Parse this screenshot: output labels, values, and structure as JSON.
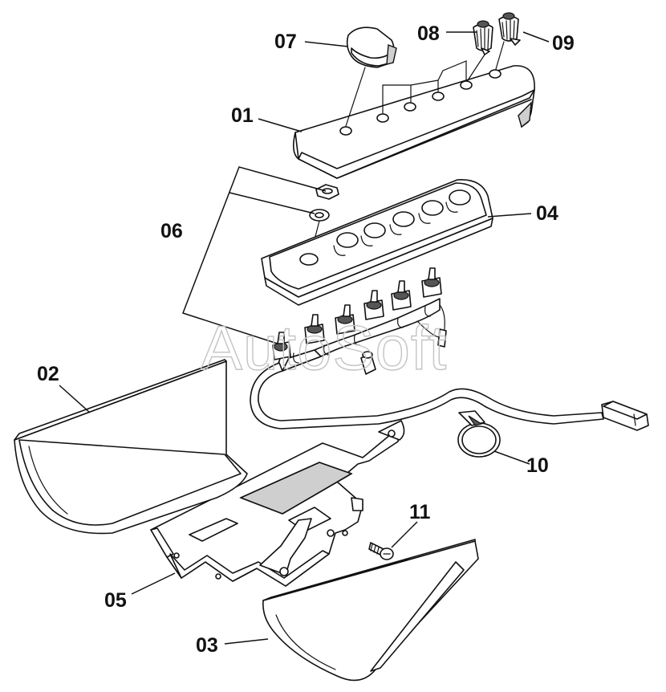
{
  "watermark": "AutoSoft",
  "callouts": {
    "c01": "01",
    "c02": "02",
    "c03": "03",
    "c04": "04",
    "c05": "05",
    "c06": "06",
    "c07": "07",
    "c08": "08",
    "c09": "09",
    "c10": "10",
    "c11": "11"
  }
}
